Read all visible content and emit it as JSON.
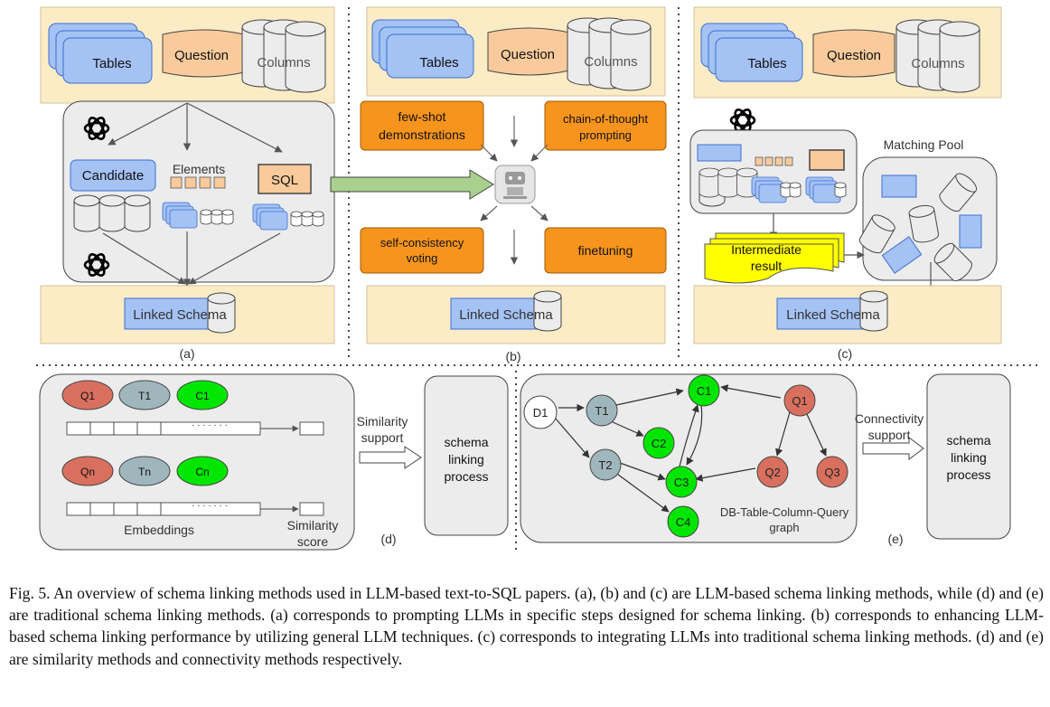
{
  "panel_a": {
    "tables": "Tables",
    "question": "Question",
    "columns": "Columns",
    "candidate": "Candidate",
    "elements": "Elements",
    "sql": "SQL",
    "linked_schema": "Linked Schema",
    "tag": "(a)"
  },
  "panel_b": {
    "tables": "Tables",
    "question": "Question",
    "columns": "Columns",
    "fewshot_l1": "few-shot",
    "fewshot_l2": "demonstrations",
    "cot_l1": "chain-of-thought",
    "cot_l2": "prompting",
    "sc_l1": "self-consistency",
    "sc_l2": "voting",
    "finetuning": "finetuning",
    "linked_schema": "Linked Schema",
    "tag": "(b)"
  },
  "panel_c": {
    "tables": "Tables",
    "question": "Question",
    "columns": "Columns",
    "matching_pool": "Matching Pool",
    "intermediate_l1": "Intermediate",
    "intermediate_l2": "result",
    "linked_schema": "Linked Schema",
    "tag": "(c)"
  },
  "panel_d": {
    "q1": "Q1",
    "t1": "T1",
    "c1": "C1",
    "qn": "Qn",
    "tn": "Tn",
    "cn": "Cn",
    "dots": "· · · · · · ·",
    "embeddings": "Embeddings",
    "sim_score_l1": "Similarity",
    "sim_score_l2": "score",
    "sim_support_l1": "Similarity",
    "sim_support_l2": "support",
    "process_l1": "schema",
    "process_l2": "linking",
    "process_l3": "process",
    "tag": "(d)"
  },
  "panel_e": {
    "d1": "D1",
    "t1": "T1",
    "t2": "T2",
    "c1": "C1",
    "c2": "C2",
    "c3": "C3",
    "c4": "C4",
    "q1": "Q1",
    "q2": "Q2",
    "q3": "Q3",
    "graph_l1": "DB-Table-Column-Query",
    "graph_l2": "graph",
    "conn_l1": "Connectivity",
    "conn_l2": "support",
    "process_l1": "schema",
    "process_l2": "linking",
    "process_l3": "process",
    "tag": "(e)"
  },
  "caption": "Fig. 5.  An overview of schema linking methods used in LLM-based text-to-SQL papers. (a), (b) and (c) are LLM-based schema linking methods, while (d) and (e) are traditional schema linking methods. (a) corresponds to prompting LLMs in specific steps designed for schema linking. (b) corresponds to enhancing LLM-based schema linking performance by utilizing general LLM techniques. (c) corresponds to integrating LLMs into traditional schema linking methods. (d) and (e) are similarity methods and connectivity methods respectively.",
  "colors": {
    "beige": "#fcecc6",
    "table_blue": "#a4c2f4",
    "question_tan": "#f9cb9c",
    "gray_panel": "#ececec",
    "orange": "#f6941d",
    "green": "#00e600",
    "red_node": "#d9705f",
    "teal_node": "#9fb7bc",
    "yellow": "#ffff00",
    "arrow_green": "#a9d08e"
  }
}
